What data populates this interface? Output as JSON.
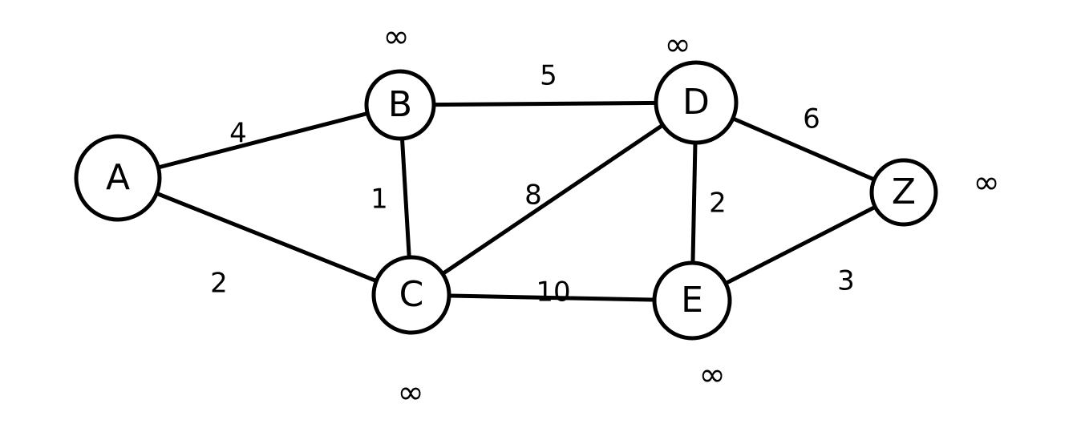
{
  "colors": {
    "stroke": "#000000",
    "background": "#ffffff"
  },
  "nodes": [
    {
      "id": "A",
      "label": "A"
    },
    {
      "id": "B",
      "label": "B"
    },
    {
      "id": "C",
      "label": "C"
    },
    {
      "id": "D",
      "label": "D"
    },
    {
      "id": "E",
      "label": "E"
    },
    {
      "id": "Z",
      "label": "Z"
    }
  ],
  "edges": [
    {
      "from": "A",
      "to": "B",
      "weight": "4"
    },
    {
      "from": "A",
      "to": "C",
      "weight": "2"
    },
    {
      "from": "B",
      "to": "C",
      "weight": "1"
    },
    {
      "from": "B",
      "to": "D",
      "weight": "5"
    },
    {
      "from": "C",
      "to": "D",
      "weight": "8"
    },
    {
      "from": "C",
      "to": "E",
      "weight": "10"
    },
    {
      "from": "D",
      "to": "E",
      "weight": "2"
    },
    {
      "from": "D",
      "to": "Z",
      "weight": "6"
    },
    {
      "from": "E",
      "to": "Z",
      "weight": "3"
    }
  ],
  "distance_labels": [
    {
      "node": "B",
      "text": "∞"
    },
    {
      "node": "C",
      "text": "∞"
    },
    {
      "node": "D",
      "text": "∞"
    },
    {
      "node": "E",
      "text": "∞"
    },
    {
      "node": "Z",
      "text": "∞"
    }
  ]
}
